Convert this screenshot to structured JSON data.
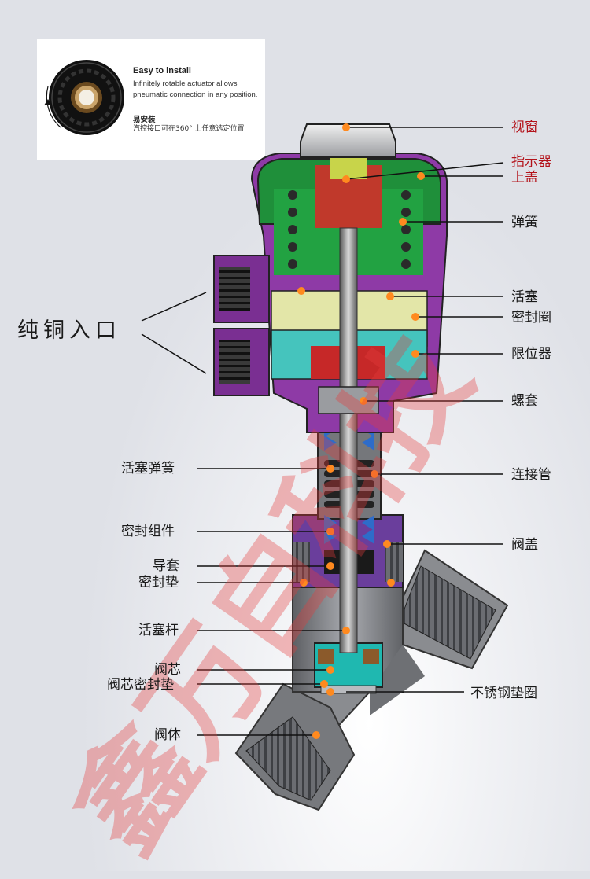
{
  "inset": {
    "title": "Easy to install",
    "desc": "Infinitely rotable actuator allows pneumatic connection in any position.",
    "title_cn": "易安装",
    "desc_cn": "汽控接口可在360° 上任意选定位置"
  },
  "labels": {
    "view_window": "视窗",
    "indicator": "指示器",
    "top_cover": "上盖",
    "spring": "弹簧",
    "piston": "活塞",
    "seal_ring": "密封圈",
    "limiter": "限位器",
    "screw_sleeve": "螺套",
    "connect_pipe": "连接管",
    "bonnet": "阀盖",
    "ss_gasket": "不锈钢垫圈",
    "piston_spring": "活塞弹簧",
    "seal_assembly": "密封组件",
    "guide_sleeve": "导套",
    "seal_pad": "密封垫",
    "piston_rod": "活塞杆",
    "valve_core": "阀芯",
    "core_seal_pad": "阀芯密封垫",
    "valve_body": "阀体",
    "copper_inlet": "纯铜入口"
  },
  "watermark": "鑫万自科技"
}
